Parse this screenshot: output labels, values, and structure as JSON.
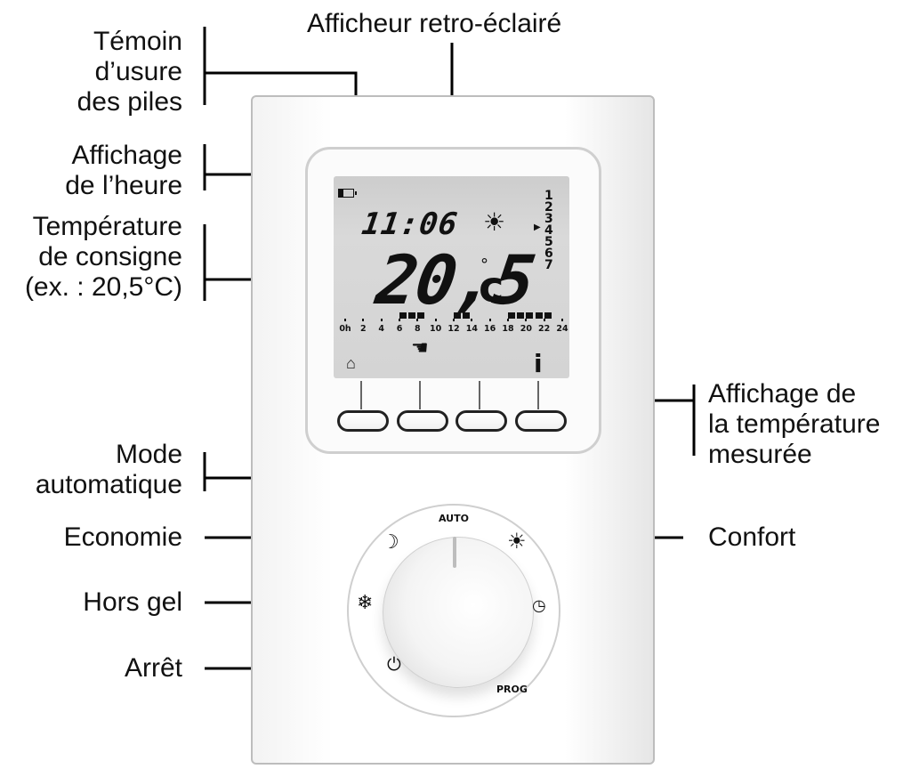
{
  "callouts": {
    "battery_indicator": [
      "Témoin",
      "d’usure",
      "des piles"
    ],
    "backlit_display": "Afficheur retro-éclairé",
    "clock_display": [
      "Affichage",
      "de l’heure"
    ],
    "setpoint_temperature": [
      "Température",
      "de consigne",
      "(ex. : 20,5°C)"
    ],
    "measured_temperature": [
      "Affichage de",
      "la température",
      "mesurée"
    ],
    "automatic_mode": [
      "Mode",
      "automatique"
    ],
    "economy": "Economie",
    "comfort": "Confort",
    "frost_protection": "Hors gel",
    "off": "Arrêt"
  },
  "lcd": {
    "time": "11:06",
    "setpoint": "20,5",
    "unit": "c",
    "degree_symbol": "°",
    "days": [
      "1",
      "2",
      "3",
      "4",
      "5",
      "6",
      "7"
    ],
    "selected_day": "3",
    "hour_labels": [
      "0h",
      "2",
      "4",
      "6",
      "8",
      "10",
      "12",
      "14",
      "16",
      "18",
      "20",
      "22",
      "24"
    ],
    "program_blocks": [
      [
        6,
        9
      ],
      [
        12,
        14
      ],
      [
        18,
        23
      ]
    ],
    "info_symbol": "i",
    "icons": [
      "battery-icon",
      "sun-icon",
      "hand-icon",
      "suitcase-icon"
    ]
  },
  "dial": {
    "auto_label": "AUTO",
    "prog_label": "PROG",
    "icons": [
      "moon-icon",
      "sun-icon",
      "snowflake-icon",
      "clock-icon",
      "power-icon"
    ]
  },
  "colors": {
    "lcd_background": "#d4d4d4",
    "ink": "#111111",
    "leader_lines": "#000000"
  }
}
